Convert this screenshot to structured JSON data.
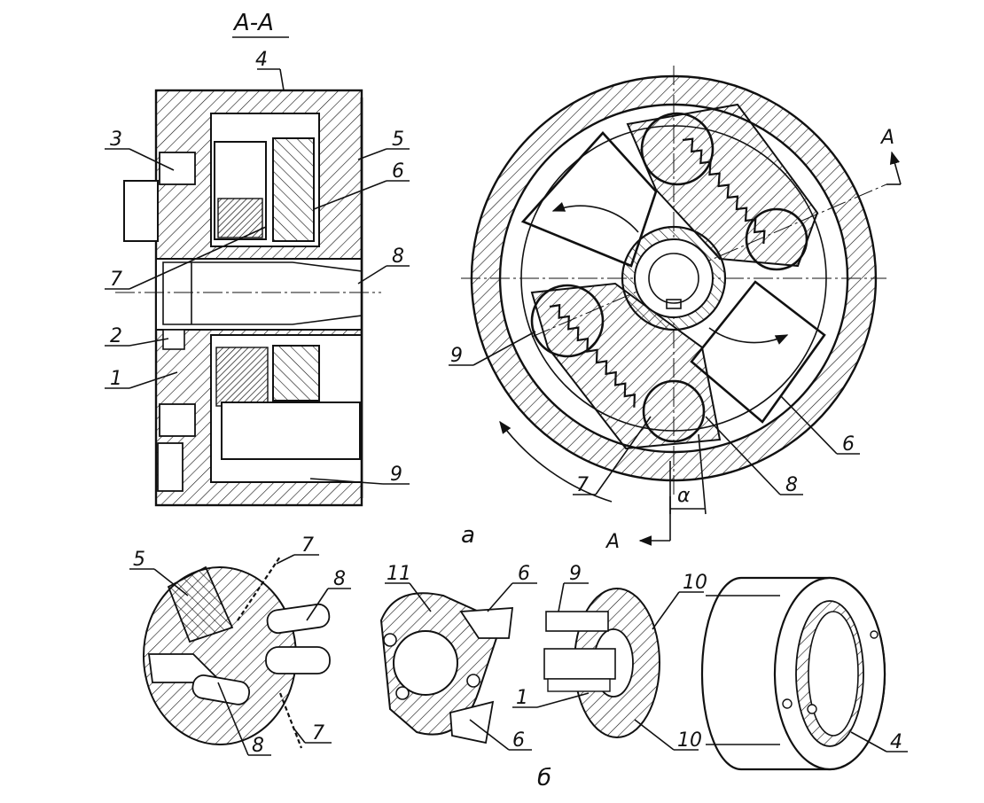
{
  "section_label": "A-A",
  "section_marker": "A",
  "fig_a_caption": "а",
  "fig_b_caption": "б",
  "angle_symbol": "α",
  "section_view_labels": [
    "4",
    "3",
    "5",
    "6",
    "7",
    "8",
    "2",
    "1",
    "9"
  ],
  "front_view_labels": [
    "9",
    "7",
    "8",
    "6"
  ],
  "exploded_labels": [
    "5",
    "7",
    "8",
    "8",
    "7",
    "11",
    "6",
    "6",
    "9",
    "10",
    "1",
    "10",
    "4"
  ]
}
